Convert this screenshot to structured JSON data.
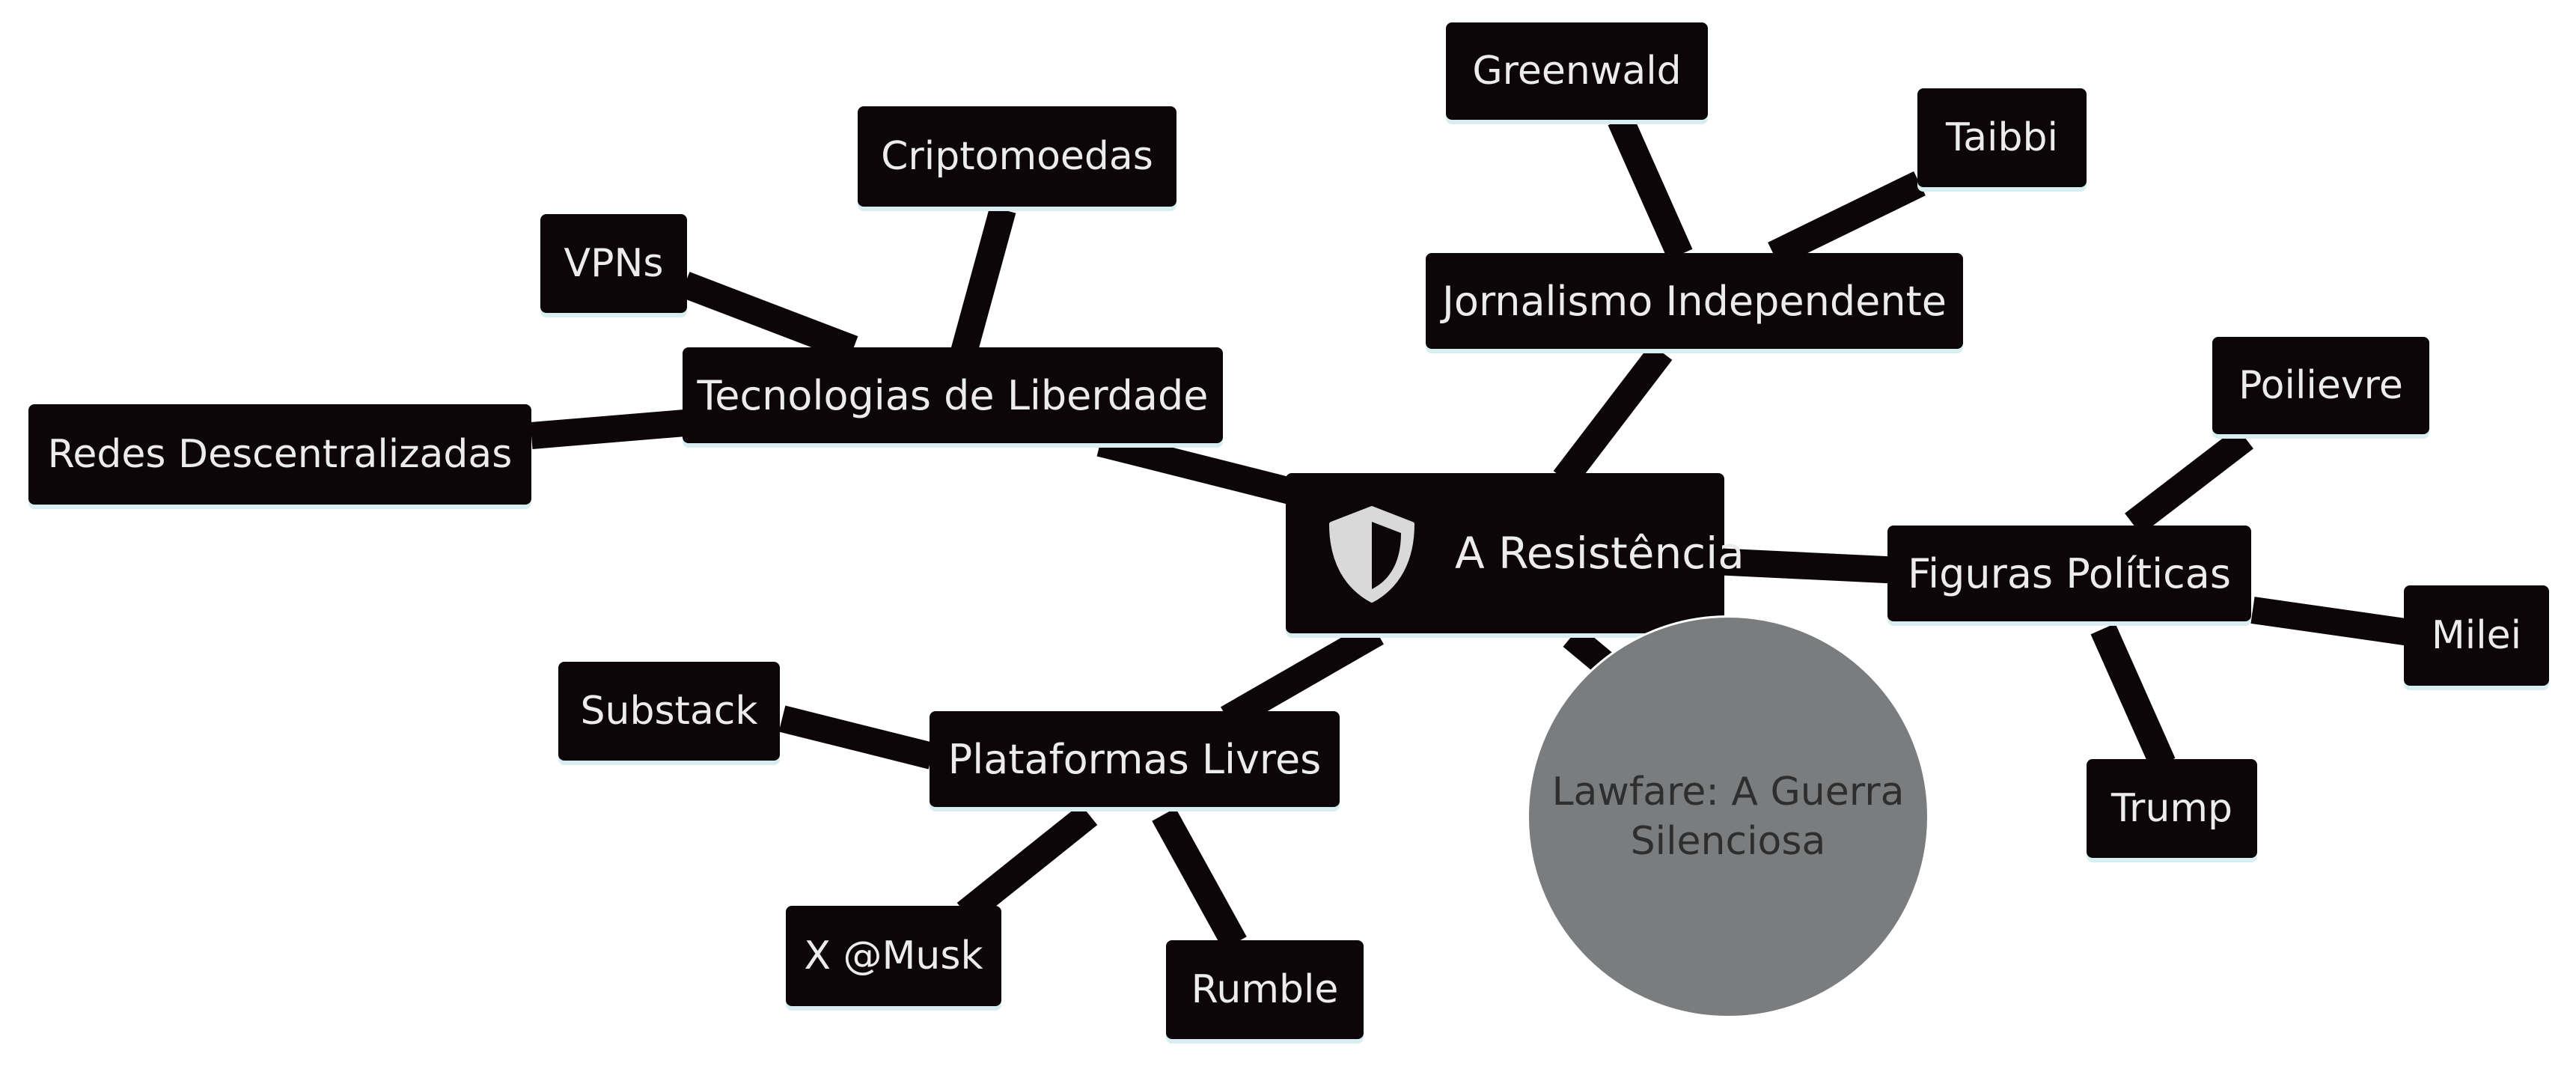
{
  "root": {
    "label": "A Resistência",
    "icon": "shield-icon"
  },
  "circle": {
    "line1": "Lawfare: A Guerra",
    "line2": "Silenciosa"
  },
  "branches": {
    "tecnologias": {
      "label": "Tecnologias de Liberdade",
      "children": [
        "Criptomoedas",
        "VPNs",
        "Redes Descentralizadas"
      ]
    },
    "jornalismo": {
      "label": "Jornalismo Independente",
      "children": [
        "Greenwald",
        "Taibbi"
      ]
    },
    "figuras": {
      "label": "Figuras Políticas",
      "children": [
        "Poilievre",
        "Milei",
        "Trump"
      ]
    },
    "plataformas": {
      "label": "Plataformas Livres",
      "children": [
        "Substack",
        "X @Musk",
        "Rumble"
      ]
    }
  },
  "colors": {
    "node_fill": "#0d0608",
    "node_text": "#ececec",
    "edge": "#0d0608",
    "circle_fill": "#7a7c7d",
    "circle_text": "#2e2e2e"
  }
}
